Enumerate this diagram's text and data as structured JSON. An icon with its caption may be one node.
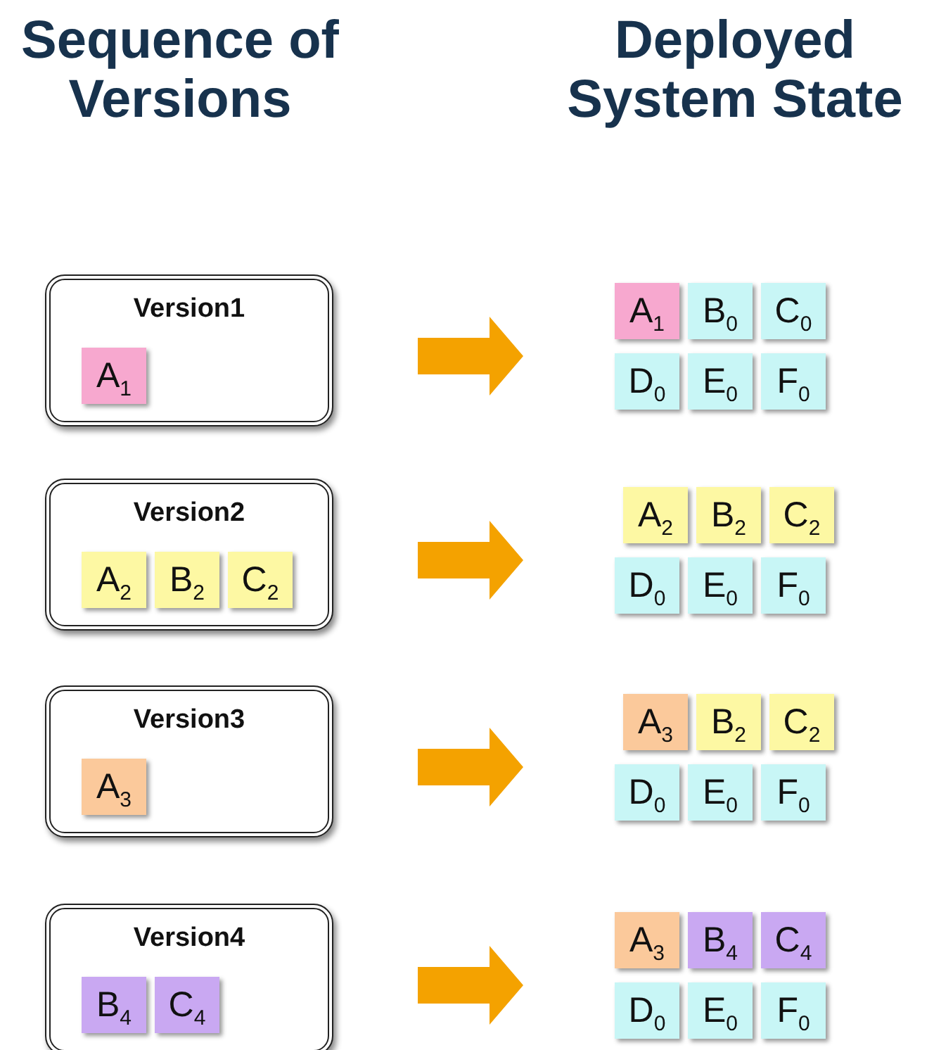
{
  "diagram": {
    "nodes": [
      {
        "text": [
          "Version1"
        ]
      },
      {
        "text": [
          "A$_{1}$"
        ],
        "in": 0
      },
      {
        "text": [
          "A$_{1}$"
        ]
      },
      {
        "text": [
          "B$_{0}$"
        ]
      },
      {
        "text": [
          "C$_{0}$"
        ]
      },
      {
        "text": [
          "D$_{0}$"
        ]
      },
      {
        "text": [
          "E$_{0}$"
        ]
      },
      {
        "text": [
          "F$_{0}$"
        ]
      },
      {
        "text": [
          "Version2"
        ]
      },
      {
        "text": [
          "A$_{2}$"
        ],
        "in": 8
      },
      {
        "text": [
          "B$_{2}$"
        ],
        "in": 8
      },
      {
        "text": [
          "C$_{2}$"
        ],
        "in": 8
      },
      {
        "text": [
          "A$_{2}$"
        ]
      },
      {
        "text": [
          "B$_{2}$"
        ]
      },
      {
        "text": [
          "C$_{2}$"
        ]
      },
      {
        "text": [
          "D$_{0}$"
        ]
      },
      {
        "text": [
          "E$_{0}$"
        ]
      },
      {
        "text": [
          "F$_{0}$"
        ]
      },
      {
        "text": [
          "Version3"
        ]
      },
      {
        "text": [
          "A$_{3}$"
        ],
        "in": 18
      },
      {
        "text": [
          "A$_{3}$"
        ]
      },
      {
        "text": [
          "B$_{2}$"
        ]
      },
      {
        "text": [
          "C$_{2}$"
        ]
      },
      {
        "text": [
          "D$_{0}$"
        ]
      },
      {
        "text": [
          "E$_{0}$"
        ]
      },
      {
        "text": [
          "F$_{0}$"
        ]
      },
      {
        "text": [
          "Version4"
        ]
      },
      {
        "text": [
          "B$_{4}$"
        ],
        "in": 26
      },
      {
        "text": [
          "C$_{4}$"
        ],
        "in": 26
      },
      {
        "text": [
          "A$_{3}$"
        ]
      },
      {
        "text": [
          "B$_{4}$"
        ]
      },
      {
        "text": [
          "C$_{4}$"
        ]
      },
      {
        "text": [
          "D$_{0}$"
        ]
      },
      {
        "text": [
          "E$_{0}$"
        ]
      },
      {
        "text": [
          "F$_{0}$"
        ]
      }
    ],
    "labels": [
      "Sequence of Versions",
      "Deployed System State"
    ]
  }
}
